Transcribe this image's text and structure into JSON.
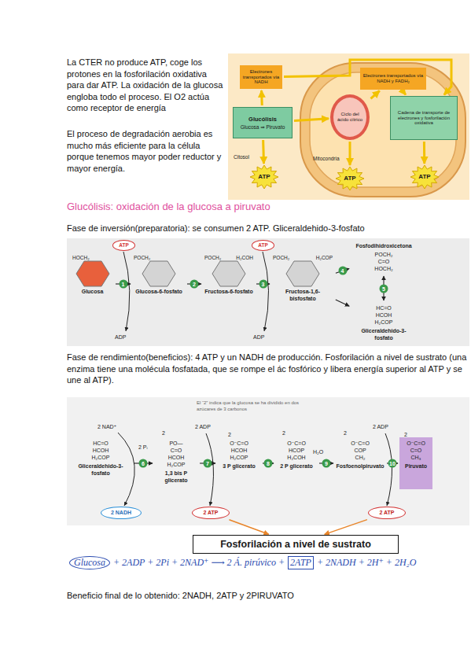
{
  "diagram": {
    "title": "Glucólisis: oxidación de la glucosa a piruvato",
    "nodes": [
      {
        "text": [
          "Electrones transportados vía NADH"
        ]
      },
      {
        "text": [
          "Electrones transportados vía NADH y FADH₂"
        ]
      },
      {
        "text": [
          "Glucólisis",
          "Glucosa ⇒ Piruvato"
        ]
      },
      {
        "text": [
          "Ciclo del ácido cítrico"
        ]
      },
      {
        "text": [
          "Cadena de transporte de electrones y fosforilación oxidativa"
        ]
      },
      {
        "text": [
          "ATP"
        ]
      },
      {
        "text": [
          "ATP"
        ]
      },
      {
        "text": [
          "ATP"
        ]
      },
      {
        "text": [
          "HOCH₂",
          "Glucosa"
        ]
      },
      {
        "text": [
          "POCH₂",
          "Glucosa-6-fosfato"
        ]
      },
      {
        "text": [
          "POCH₂",
          "H₂COH",
          "Fructosa-6-fosfato"
        ]
      },
      {
        "text": [
          "POCH₂",
          "H₂COP",
          "Fructosa-1,6-bisfosfato"
        ]
      },
      {
        "text": [
          "Fosfodihidroxicetona",
          "POCH₂ C=O HOCH₂"
        ]
      },
      {
        "text": [
          "HC=O HCOH H₂COP",
          "Gliceraldehido-3-fosfato"
        ]
      },
      {
        "text": [
          "ATP"
        ]
      },
      {
        "text": [
          "ATP"
        ]
      },
      {
        "text": [
          "HC=O HCOH H₂COP",
          "Gliceraldehido-3-fosfato"
        ]
      },
      {
        "text": [
          "PO—C=O HCOH H₂COP",
          "1,3 bis P glicerato"
        ]
      },
      {
        "text": [
          "O⁻C=O HCOH H₂COP",
          "3 P glicerato"
        ]
      },
      {
        "text": [
          "O⁻C=O HCOP H₂COH",
          "2 P glicerato"
        ]
      },
      {
        "text": [
          "O⁻C=O COP CH₂",
          "Fosfoenolpiruvato"
        ]
      },
      {
        "text": [
          "O⁻C=O C=O CH₃",
          "Piruvato"
        ]
      },
      {
        "text": [
          "2 NADH"
        ]
      },
      {
        "text": [
          "2 ATP"
        ]
      },
      {
        "text": [
          "2 ATP"
        ]
      },
      {
        "text": [
          "Fosforilación a nivel de sustrato"
        ]
      }
    ],
    "edges": [
      {
        "from": 2,
        "to": 0,
        "arrow": "to"
      },
      {
        "from": 2,
        "to": 3,
        "arrow": "to"
      },
      {
        "from": 3,
        "to": 1,
        "arrow": "to"
      },
      {
        "from": 1,
        "to": 4,
        "arrow": "to"
      },
      {
        "from": 0,
        "to": 4,
        "arrow": "to"
      },
      {
        "from": 2,
        "to": 5,
        "arrow": "to"
      },
      {
        "from": 3,
        "to": 6,
        "arrow": "to"
      },
      {
        "from": 4,
        "to": 7,
        "arrow": "to"
      },
      {
        "from": 8,
        "to": 9,
        "label": "1",
        "arrow": "to"
      },
      {
        "from": 9,
        "to": 10,
        "label": "2",
        "arrow": "to"
      },
      {
        "from": 10,
        "to": 11,
        "label": "3",
        "arrow": "to"
      },
      {
        "from": 11,
        "to": 12,
        "label": "4",
        "arrow": "to"
      },
      {
        "from": 11,
        "to": 13,
        "arrow": "to"
      },
      {
        "from": 12,
        "to": 13,
        "label": "5",
        "arrow": "both"
      },
      {
        "from": 16,
        "to": 17,
        "label": "6",
        "arrow": "to"
      },
      {
        "from": 17,
        "to": 18,
        "label": "7",
        "arrow": "to"
      },
      {
        "from": 18,
        "to": 19,
        "label": "8",
        "arrow": "to"
      },
      {
        "from": 19,
        "to": 20,
        "label": "9",
        "arrow": "to"
      },
      {
        "from": 20,
        "to": 21,
        "label": "10",
        "arrow": "to"
      },
      {
        "from": 23,
        "to": 25,
        "arrow": "to"
      },
      {
        "from": 24,
        "to": 25,
        "arrow": "to"
      }
    ],
    "labels": [
      "La CTER no produce ATP, coge los protones en la fosforilación oxidativa para dar ATP. La oxidación de la glucosa engloba todo el proceso. El O2 actúa como receptor de energía",
      "El proceso de degradación aerobia es mucho más eficiente para la célula porque tenemos mayor poder reductor y mayor energía.",
      "Citosol",
      "Mitocondria",
      "Fase de inversión(preparatoria): se consumen 2 ATP. Gliceraldehido-3-fosfato",
      "ADP",
      "ADP",
      "Fase de rendimiento(beneficios): 4 ATP y un NADH de producción. Fosforilación a nivel de sustrato (una enzima tiene una molécula fosfatada, que se rompe el ác fosfórico y libera energía superior al ATP y se une al ATP).",
      "El “2” indica que la glucosa se ha dividido en dos azúcares de 3 carbonos",
      "2 NAD⁺",
      "2 Pᵢ",
      "2 ADP",
      "2 ADP",
      "2",
      "2",
      "2",
      "2",
      "2",
      "H₂O",
      "Glucosa",
      "+ 2ADP + 2Pi + 2NAD⁺ ⟶ 2 Á. pirúvico +",
      "2ATP",
      "+ 2NADH + 2H⁺ + 2H₂O",
      "Beneficio final de lo obtenido: 2NADH, 2ATP y 2PIRUVATO"
    ]
  }
}
